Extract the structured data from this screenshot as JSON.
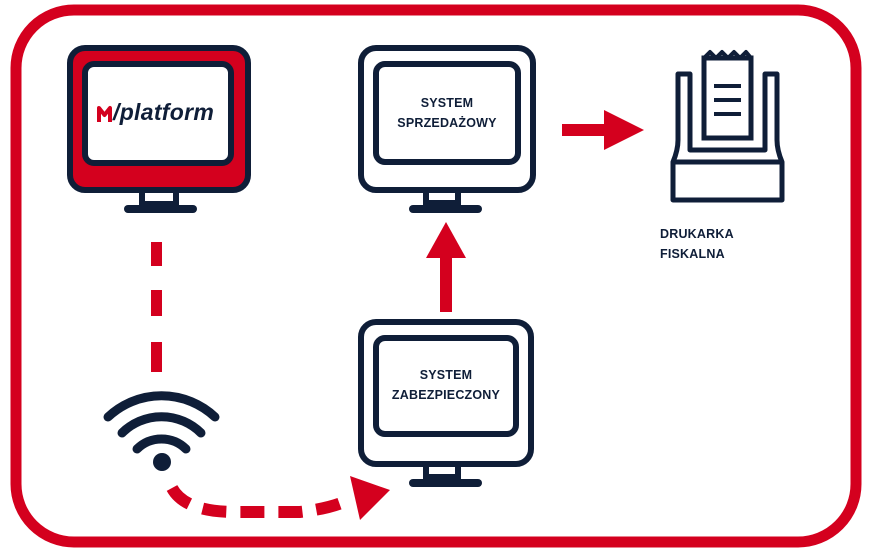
{
  "brand": {
    "name": "/platform",
    "logo_mark": "M",
    "accent_color": "#d4001e",
    "dark_color": "#0f1e38"
  },
  "nodes": {
    "platform_monitor": {
      "label": "/platform",
      "icon": "monitor-icon"
    },
    "sales_system": {
      "line1": "SYSTEM",
      "line2": "SPRZEDAŻOWY",
      "icon": "monitor-icon"
    },
    "secured_system": {
      "line1": "SYSTEM",
      "line2": "ZABEZPIECZONY",
      "icon": "monitor-icon"
    },
    "fiscal_printer": {
      "line1": "DRUKARKA",
      "line2": "FISKALNA",
      "icon": "fiscal-printer-icon"
    },
    "wireless": {
      "icon": "wifi-icon"
    }
  },
  "connections": [
    {
      "from": "platform_monitor",
      "to": "secured_system",
      "style": "dashed",
      "via": "wifi"
    },
    {
      "from": "secured_system",
      "to": "sales_system",
      "style": "solid-arrow"
    },
    {
      "from": "sales_system",
      "to": "fiscal_printer",
      "style": "solid-arrow"
    }
  ]
}
